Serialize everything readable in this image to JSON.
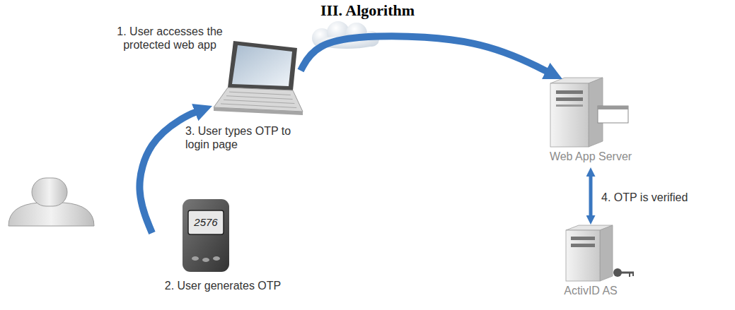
{
  "diagram": {
    "title": "III. Algorithm",
    "nodes": [
      {
        "text": [
          "1. User accesses the protected web app"
        ]
      },
      {
        "text": [
          "2576",
          "2. User generates OTP"
        ]
      },
      {
        "text": [
          "Web App Server"
        ]
      },
      {
        "text": [
          "ActivID AS"
        ]
      }
    ],
    "edges": [
      {
        "from": 0,
        "to": 2,
        "arrow": "to"
      },
      {
        "from": 1,
        "to": 0,
        "label": "3. User types OTP to login page",
        "arrow": "to"
      },
      {
        "from": 2,
        "to": 3,
        "label": "4. OTP is verified",
        "arrow": "both"
      }
    ]
  }
}
